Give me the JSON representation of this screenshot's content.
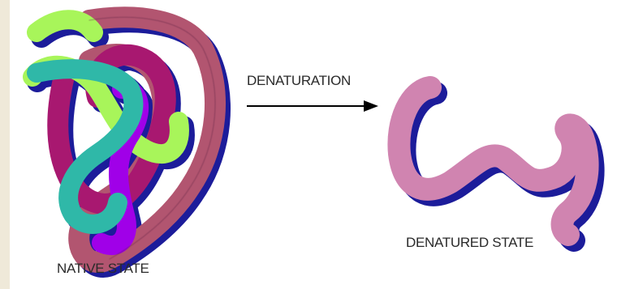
{
  "labels": {
    "native": "NATIVE STATE",
    "process": "DENATURATION",
    "denatured": "DENATURED STATE"
  },
  "colors": {
    "background": "#efe9d9",
    "panel": "#ffffff",
    "shadow": "#1c1c9a",
    "native_rose": "#b25570",
    "native_magenta": "#a81870",
    "native_violet": "#a000e8",
    "native_lime": "#a8f55a",
    "native_teal": "#2fb8a8",
    "denatured_pink": "#d084b0",
    "arrow": "#000000",
    "text": "#2a2a2a"
  }
}
